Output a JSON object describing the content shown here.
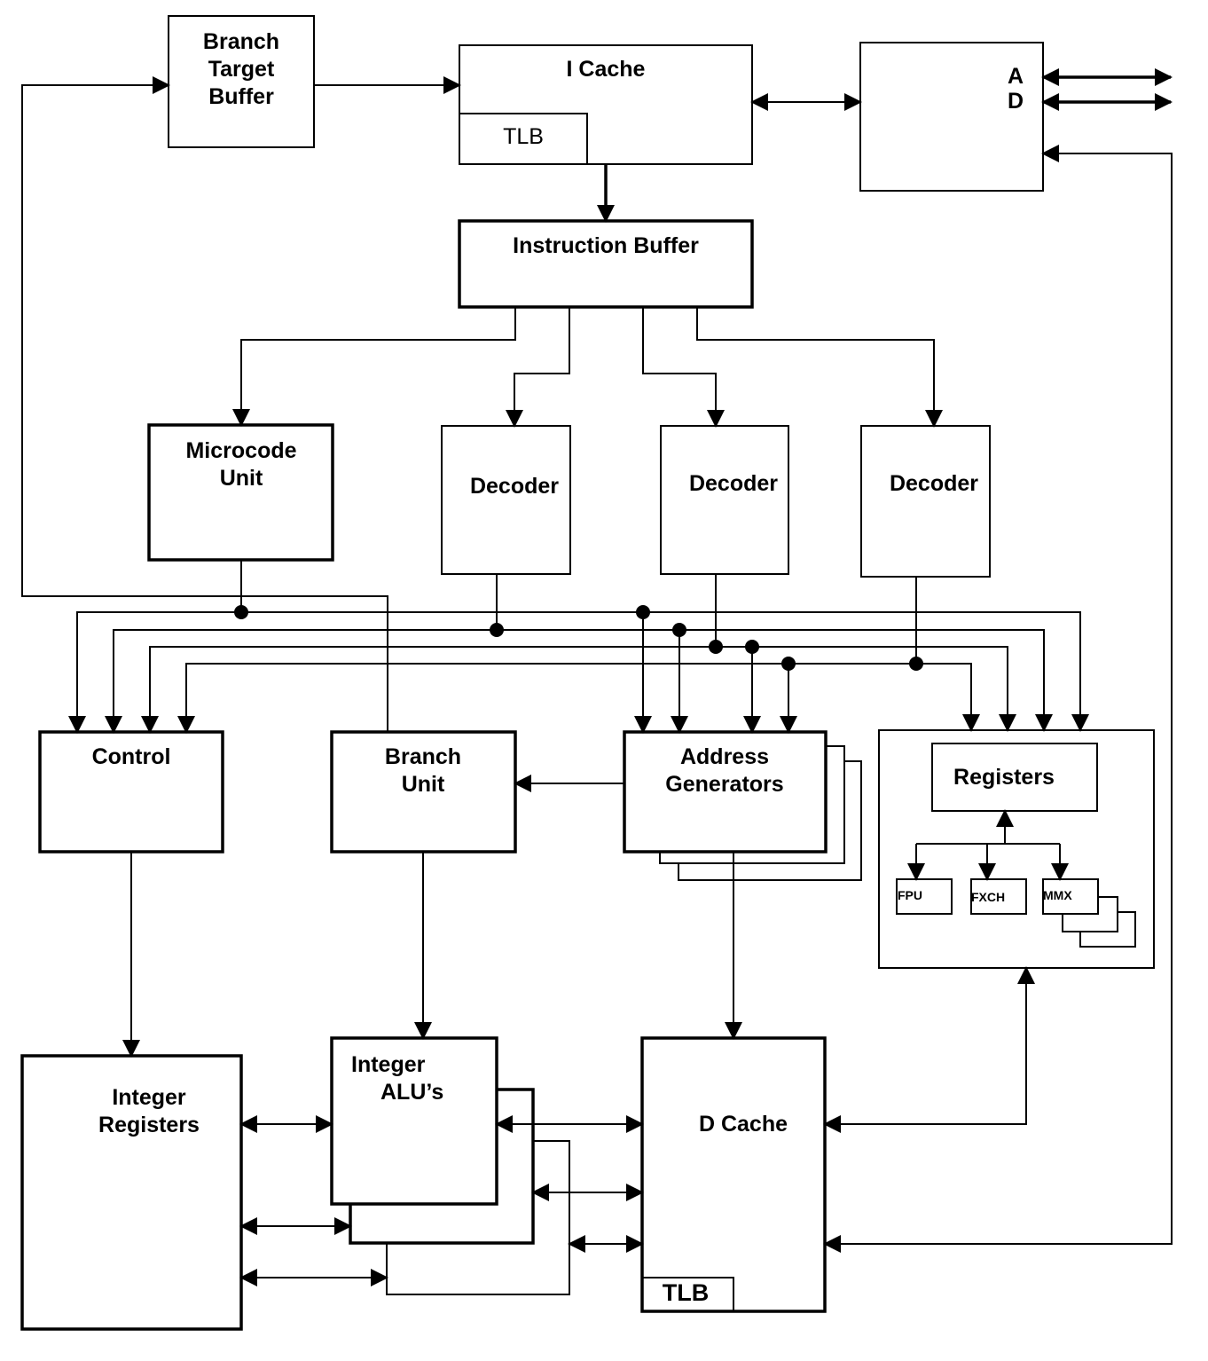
{
  "blocks": {
    "branch_target_buffer": "Branch\nTarget\nBuffer",
    "i_cache": "I Cache",
    "i_cache_tlb": "TLB",
    "bus_interface_a": "A",
    "bus_interface_d": "D",
    "instruction_buffer": "Instruction Buffer",
    "microcode_unit": "Microcode\nUnit",
    "decoder_1": "Decoder",
    "decoder_2": "Decoder",
    "decoder_3": "Decoder",
    "control": "Control",
    "branch_unit": "Branch\nUnit",
    "address_generators": "Address\nGenerators",
    "registers": "Registers",
    "fpu": "FPU",
    "fxch": "FXCH",
    "mmx": "MMX",
    "integer_registers": "Integer\nRegisters",
    "integer_alus": "Integer\nALU’s",
    "d_cache": "D Cache",
    "d_cache_tlb": "TLB"
  }
}
